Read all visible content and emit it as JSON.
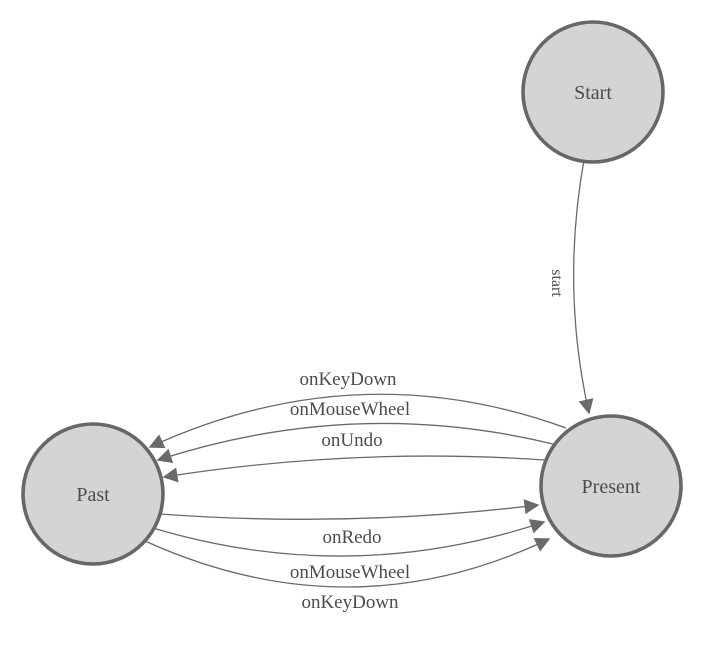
{
  "diagram": {
    "type": "state-machine-diagram",
    "background": "#ffffff",
    "colors": {
      "node_fill": "#d4d4d4",
      "node_stroke": "#676767",
      "edge_stroke": "#6a6a6a",
      "arrow_fill": "#6a6a6a",
      "label_text": "#4c4c4c"
    },
    "nodes": [
      {
        "id": "start",
        "label": "Start"
      },
      {
        "id": "past",
        "label": "Past"
      },
      {
        "id": "present",
        "label": "Present"
      }
    ],
    "edges": [
      {
        "from": "start",
        "to": "present",
        "label": "start",
        "label_rotation_deg": 90
      },
      {
        "from": "present",
        "to": "past",
        "label": "onKeyDown"
      },
      {
        "from": "present",
        "to": "past",
        "label": "onMouseWheel"
      },
      {
        "from": "present",
        "to": "past",
        "label": "onUndo"
      },
      {
        "from": "past",
        "to": "present",
        "label": "onRedo"
      },
      {
        "from": "past",
        "to": "present",
        "label": "onMouseWheel"
      },
      {
        "from": "past",
        "to": "present",
        "label": "onKeyDown"
      }
    ]
  }
}
